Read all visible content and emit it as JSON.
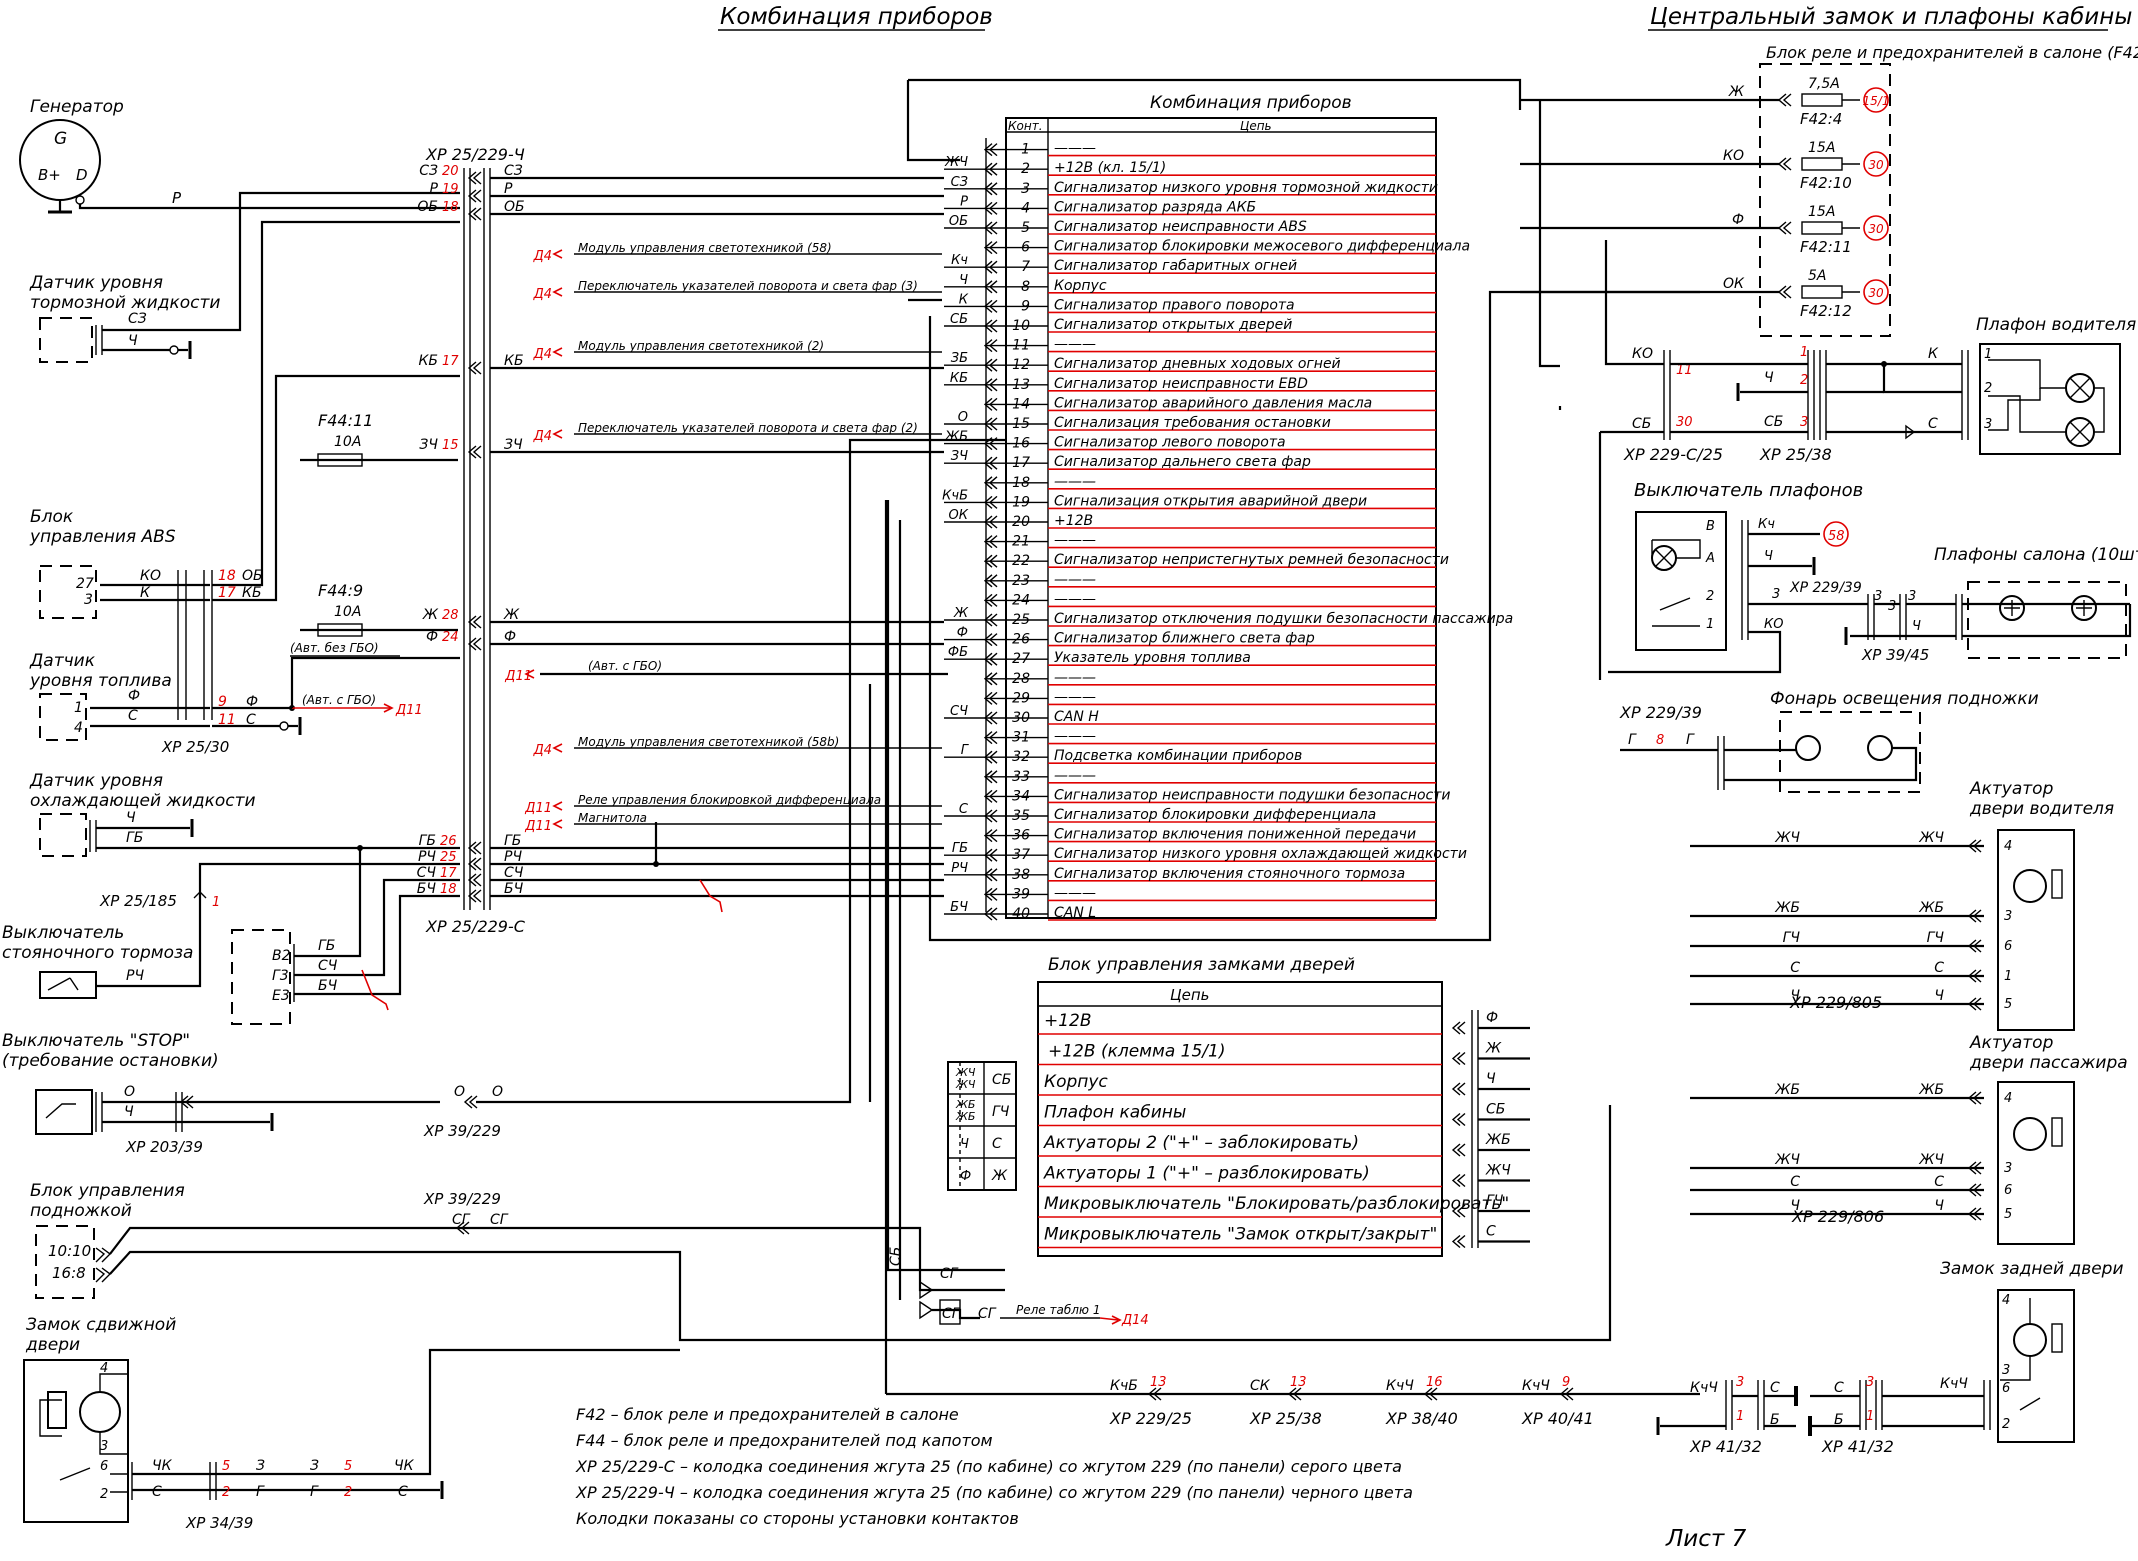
{
  "headers": {
    "left": "Комбинация приборов",
    "right": "Центральный замок и плафоны кабины"
  },
  "sheet": "Лист 7",
  "components": {
    "generator": {
      "title": "Генератор",
      "g": "G",
      "bplus": "B+",
      "d": "D",
      "wire": "Р"
    },
    "brake_fluid": {
      "title1": "Датчик уровня",
      "title2": "тормозной жидкости",
      "w1": "СЗ",
      "w2": "Ч"
    },
    "abs": {
      "title1": "Блок",
      "title2": "управления ABS",
      "p1": "27",
      "p2": "3",
      "w1": "КО",
      "w2": "К"
    },
    "fuel": {
      "title1": "Датчик",
      "title2": "уровня топлива",
      "p1": "1",
      "p2": "4",
      "w1": "Ф",
      "w2": "С",
      "conn": "XP 25/30"
    },
    "coolant": {
      "title1": "Датчик уровня",
      "title2": "охлаждающей жидкости",
      "w1": "Ч",
      "w2": "ГБ"
    },
    "parking": {
      "conn": "XP 25/185",
      "pin": "1",
      "title1": "Выключатель",
      "title2": "стояночного тормоза",
      "w1": "РЧ"
    },
    "stop_switch": {
      "title1": "Выключатель \"STOP\"",
      "title2": "(требование остановки)",
      "w1": "О",
      "w2": "Ч",
      "conn": "XP 203/39"
    },
    "step_unit": {
      "title1": "Блок управления",
      "title2": "подножкой",
      "p1": "10:10",
      "p2": "16:8"
    },
    "sliding_lock": {
      "title1": "Замок сдвижной",
      "title2": "двери",
      "p4": "4",
      "p3": "3",
      "p6": "6",
      "p2": "2",
      "conn": "XP 34/39"
    },
    "sub_block": {
      "b2": "В2",
      "g3": "Г3",
      "e3": "Е3",
      "w1": "ГБ",
      "w2": "СЧ",
      "w3": "БЧ"
    }
  },
  "xp25_229_ch": {
    "name": "XP 25/229-Ч",
    "rows": [
      {
        "l": "СЗ",
        "p": "20",
        "r": "СЗ"
      },
      {
        "l": "Р",
        "p": "19",
        "r": "Р"
      },
      {
        "l": "ОБ",
        "p": "18",
        "r": "ОБ"
      },
      {
        "l": "КБ",
        "p": "17",
        "r": "КБ"
      },
      {
        "l": "ЗЧ",
        "p": "15",
        "r": "ЗЧ"
      },
      {
        "l": "Ж",
        "p": "28",
        "r": "Ж"
      },
      {
        "l": "Ф",
        "p": "24",
        "r": "Ф"
      }
    ]
  },
  "xp25_229_s": {
    "name": "XP 25/229-С",
    "rows": [
      {
        "l": "ГБ",
        "p": "26",
        "r": "ГБ"
      },
      {
        "l": "РЧ",
        "p": "25",
        "r": "РЧ"
      },
      {
        "l": "СЧ",
        "p": "17",
        "r": "СЧ"
      },
      {
        "l": "БЧ",
        "p": "18",
        "r": "БЧ"
      }
    ]
  },
  "fuses": {
    "f44_11": {
      "name": "F44:11",
      "rating": "10А"
    },
    "f44_9": {
      "name": "F44:9",
      "rating": "10А"
    }
  },
  "abs_pins": {
    "p18": "18",
    "p17": "17",
    "w18": "ОБ",
    "w17": "КБ"
  },
  "fuel_pins": {
    "p9": "9",
    "p11": "11",
    "w9": "Ф",
    "w11": "С",
    "note": "(Авт. с ГБО)",
    "ref": "Д11"
  },
  "misc_notes": {
    "avt_bez": "(Авт. без ГБО)",
    "avt_s": "(Авт. с ГБО)",
    "ref_d11": "Д11"
  },
  "signal_notes": [
    {
      "ref": "Д4",
      "text": "Модуль управления светотехникой (58)"
    },
    {
      "ref": "Д4",
      "text": "Переключатель указателей поворота и света фар (3)"
    },
    {
      "ref": "Д4",
      "text": "Модуль управления светотехникой (2)"
    },
    {
      "ref": "Д4",
      "text": "Переключатель указателей поворота и света фар (2)"
    },
    {
      "ref": "Д4",
      "text": "Модуль управления светотехникой (58b)"
    },
    {
      "ref": "Д11",
      "text": "Реле управления блокировкой дифференциала"
    },
    {
      "ref": "Д11",
      "text": "Магнитола"
    }
  ],
  "cluster": {
    "title": "Комбинация приборов",
    "col_pin": "Конт.",
    "col_circuit": "Цепь",
    "rows": [
      {
        "w": "",
        "p": "1",
        "t": "———"
      },
      {
        "w": "ЖЧ",
        "p": "2",
        "t": "+12В (кл. 15/1)"
      },
      {
        "w": "СЗ",
        "p": "3",
        "t": "Сигнализатор низкого уровня тормозной жидкости"
      },
      {
        "w": "Р",
        "p": "4",
        "t": "Сигнализатор разряда АКБ"
      },
      {
        "w": "ОБ",
        "p": "5",
        "t": "Сигнализатор неисправности ABS"
      },
      {
        "w": "",
        "p": "6",
        "t": "Сигнализатор блокировки межосевого дифференциала"
      },
      {
        "w": "Кч",
        "p": "7",
        "t": "Сигнализатор габаритных огней"
      },
      {
        "w": "Ч",
        "p": "8",
        "t": "Корпус"
      },
      {
        "w": "К",
        "p": "9",
        "t": "Сигнализатор правого поворота"
      },
      {
        "w": "СБ",
        "p": "10",
        "t": "Сигнализатор открытых дверей"
      },
      {
        "w": "",
        "p": "11",
        "t": "———"
      },
      {
        "w": "ЗБ",
        "p": "12",
        "t": "Сигнализатор дневных ходовых огней"
      },
      {
        "w": "КБ",
        "p": "13",
        "t": "Сигнализатор неисправности EBD"
      },
      {
        "w": "",
        "p": "14",
        "t": "Сигнализатор аварийного давления масла"
      },
      {
        "w": "О",
        "p": "15",
        "t": "Сигнализация требования остановки"
      },
      {
        "w": "ЖБ",
        "p": "16",
        "t": "Сигнализатор левого поворота"
      },
      {
        "w": "ЗЧ",
        "p": "17",
        "t": "Сигнализатор дальнего света фар"
      },
      {
        "w": "",
        "p": "18",
        "t": "———"
      },
      {
        "w": "КчБ",
        "p": "19",
        "t": "Сигнализация открытия аварийной двери"
      },
      {
        "w": "ОК",
        "p": "20",
        "t": "+12В"
      },
      {
        "w": "",
        "p": "21",
        "t": "———"
      },
      {
        "w": "",
        "p": "22",
        "t": "Сигнализатор непристегнутых ремней безопасности"
      },
      {
        "w": "",
        "p": "23",
        "t": "———"
      },
      {
        "w": "",
        "p": "24",
        "t": "———"
      },
      {
        "w": "Ж",
        "p": "25",
        "t": "Сигнализатор отключения подушки безопасности пассажира"
      },
      {
        "w": "Ф",
        "p": "26",
        "t": "Сигнализатор ближнего света фар"
      },
      {
        "w": "ФБ",
        "p": "27",
        "t": "Указатель уровня топлива"
      },
      {
        "w": "",
        "p": "28",
        "t": "———"
      },
      {
        "w": "",
        "p": "29",
        "t": "———"
      },
      {
        "w": "СЧ",
        "p": "30",
        "t": "CAN H"
      },
      {
        "w": "",
        "p": "31",
        "t": "———"
      },
      {
        "w": "Г",
        "p": "32",
        "t": "Подсветка комбинации приборов"
      },
      {
        "w": "",
        "p": "33",
        "t": "———"
      },
      {
        "w": "",
        "p": "34",
        "t": "Сигнализатор неисправности подушки безопасности"
      },
      {
        "w": "С",
        "p": "35",
        "t": "Сигнализатор блокировки дифференциала"
      },
      {
        "w": "",
        "p": "36",
        "t": "Сигнализатор включения пониженной передачи"
      },
      {
        "w": "ГБ",
        "p": "37",
        "t": "Сигнализатор низкого уровня охлаждающей жидкости"
      },
      {
        "w": "РЧ",
        "p": "38",
        "t": "Сигнализатор включения стояночного тормоза"
      },
      {
        "w": "",
        "p": "39",
        "t": "———"
      },
      {
        "w": "БЧ",
        "p": "40",
        "t": "CAN L"
      }
    ]
  },
  "door_lock_unit": {
    "title": "Блок управления замками дверей",
    "col": "Цепь",
    "rows": [
      {
        "t": "+12В",
        "w": "Ф"
      },
      {
        "t": "+12В (клемма 15/1)",
        "w": "Ж"
      },
      {
        "t": "Корпус",
        "w": "Ч"
      },
      {
        "t": "Плафон кабины",
        "w": "СБ"
      },
      {
        "t": "Актуаторы 2 (\"+\" – заблокировать)",
        "w": "ЖБ"
      },
      {
        "t": "Актуаторы 1 (\"+\" – разблокировать)",
        "w": "ЖЧ"
      },
      {
        "t": "Микровыключатель \"Блокировать/разблокировать\"",
        "w": "ГЧ"
      },
      {
        "t": "Микровыключатель \"Замок открыт/закрыт\"",
        "w": "С"
      }
    ]
  },
  "color_map": {
    "rows": [
      {
        "a": "ЖЧ",
        "a2": "ЖЧ",
        "b": "СБ"
      },
      {
        "a": "ЖБ",
        "a2": "ЖБ",
        "b": "ГЧ"
      },
      {
        "a": "Ч",
        "a2": "",
        "b": "С"
      },
      {
        "a": "Ф",
        "a2": "",
        "b": "Ж"
      }
    ]
  },
  "fuse_block_f42": {
    "title": "Блок реле и предохранителей в салоне (F42)",
    "fuses": [
      {
        "wire": "Ж",
        "rating": "7,5А",
        "name": "F42:4",
        "circ": "15/1"
      },
      {
        "wire": "КО",
        "rating": "15А",
        "name": "F42:10",
        "circ": "30"
      },
      {
        "wire": "Ф",
        "rating": "15А",
        "name": "F42:11",
        "circ": "30"
      },
      {
        "wire": "ОК",
        "rating": "5А",
        "name": "F42:12",
        "circ": "30"
      }
    ]
  },
  "driver_lamp": {
    "title": "Плафон водителя",
    "c1": "XP 229-С/25",
    "c2": "XP 25/38",
    "w_ko": "КО",
    "p11": "11",
    "w_sb": "СБ",
    "p30": "30",
    "w_ch": "Ч",
    "p1": "1",
    "w_sb2": "СБ",
    "p3": "3",
    "p2": "2",
    "w_k": "К",
    "w_s": "С",
    "pin1": "1",
    "pin2": "2",
    "pin3": "3"
  },
  "lamp_switch": {
    "title": "Выключатель плафонов",
    "b": "В",
    "a": "А",
    "p2": "2",
    "p1": "1",
    "w_kch": "Кч",
    "w_ch": "Ч",
    "w_ko": "КО",
    "circ": "58",
    "p3": "3"
  },
  "salon_lamps": {
    "title": "Плафоны салона (10шт.)",
    "conn1": "XP 229/39",
    "conn2": "XP 39/45",
    "p3a": "3",
    "p3b": "3",
    "p3c": "3",
    "w_ch": "Ч"
  },
  "step_lamp": {
    "title": "Фонарь освещения подножки",
    "conn": "XP 229/39",
    "w1": "Г",
    "p8": "8",
    "w2": "Г"
  },
  "act_driver": {
    "title1": "Актуатор",
    "title2": "двери водителя",
    "conn": "XP 229/805",
    "rows": [
      {
        "w": "ЖЧ",
        "p": "4"
      },
      {
        "w": "ЖБ",
        "p": "3"
      },
      {
        "w": "ГЧ",
        "p": "6"
      },
      {
        "w": "С",
        "p": "1"
      },
      {
        "w": "Ч",
        "p": "5"
      }
    ]
  },
  "act_pass": {
    "title1": "Актуатор",
    "title2": "двери пассажира",
    "conn": "XP 229/806",
    "rows": [
      {
        "w": "ЖБ",
        "p": "4"
      },
      {
        "w": "ЖЧ",
        "p": "3"
      },
      {
        "w": "С",
        "p": "6"
      },
      {
        "w": "Ч",
        "p": "5"
      }
    ]
  },
  "rear_lock": {
    "title": "Замок задней двери",
    "p4": "4",
    "p3": "3",
    "p6": "6",
    "p2": "2",
    "w": "КчЧ"
  },
  "bottom_chain": [
    {
      "w": "КчБ",
      "p": "13",
      "conn": "XP 229/25"
    },
    {
      "w": "СК",
      "p": "13",
      "conn": "XP 25/38"
    },
    {
      "w": "КчЧ",
      "p": "16",
      "conn": "XP 38/40"
    },
    {
      "w": "КчЧ",
      "p": "9",
      "conn": "XP 40/41"
    }
  ],
  "bottom_right": {
    "c1": "XP 41/32",
    "c2": "XP 41/32",
    "w_kch": "КчЧ",
    "p3a": "3",
    "p1a": "1",
    "w_s": "С",
    "w_b": "Б",
    "p3b": "3",
    "p1b": "1",
    "w_s2": "С",
    "w_b2": "Б"
  },
  "sg": {
    "w": "СГ",
    "w2": "СГ",
    "w3": "СГ",
    "w_sb": "СБ",
    "relay": "Реле таблю 1",
    "ref": "Д14",
    "conn": "XP 39/229"
  },
  "xp39_229": {
    "name": "XP 39/229",
    "w": "О",
    "w2": "О"
  },
  "sliding_wires": {
    "w_chk": "ЧК",
    "w_s": "С",
    "p5": "5",
    "p2": "2",
    "w3": "З",
    "wg": "Г",
    "w3b": "З",
    "wgb": "Г",
    "p5b": "5",
    "p2b": "2",
    "w_chk2": "ЧК",
    "w_s2": "С"
  },
  "legend": [
    "F42 – блок реле и предохранителей в салоне",
    "F44 – блок реле и предохранителей под капотом",
    "XP 25/229-С – колодка соединения жгута 25 (по кабине) со жгутом 229 (по панели) серого цвета",
    "XP 25/229-Ч – колодка соединения жгута 25 (по кабине) со жгутом 229 (по панели) черного цвета",
    "Колодки показаны со стороны установки контактов"
  ]
}
